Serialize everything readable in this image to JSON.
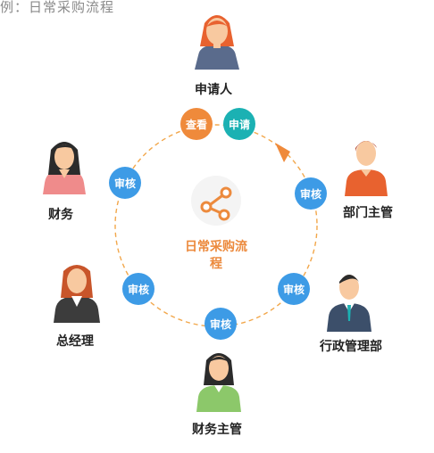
{
  "caption": "例：日常采购流程",
  "center": {
    "title": "日常采购流程",
    "icon": "share-icon"
  },
  "roles": {
    "applicant": "申请人",
    "finance": "财务",
    "dept_head": "部门主管",
    "gm": "总经理",
    "admin": "行政管理部",
    "finance_head": "财务主管"
  },
  "steps": {
    "view": "查看",
    "apply": "申请",
    "review": "审核"
  },
  "colors": {
    "review": "#3d9be6",
    "view": "#ef8a3b",
    "apply": "#1bb1b3",
    "ring": "#f2a74b",
    "accent": "#ec8a3d"
  }
}
